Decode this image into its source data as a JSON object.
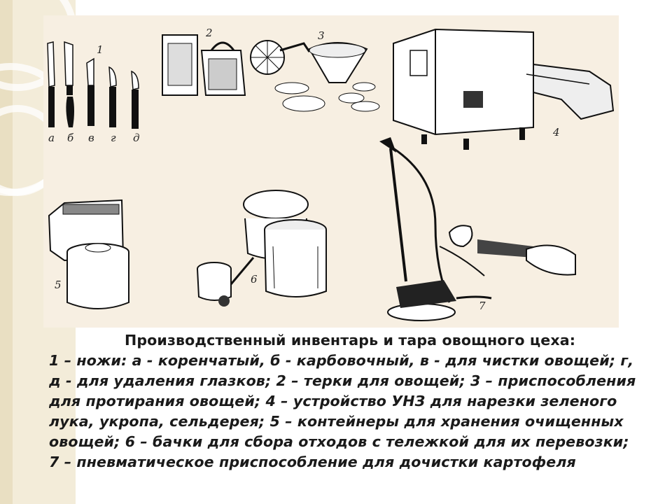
{
  "figure": {
    "numbers": [
      "1",
      "2",
      "3",
      "4",
      "5",
      "6",
      "7"
    ],
    "knife_letters": [
      "а",
      "б",
      "в",
      "г",
      "д"
    ]
  },
  "caption": {
    "title": "Производственный инвентарь и тара овощного цеха:",
    "body": "1 – ножи: а - коренчатый, б - карбовочный, в - для чистки овощей; г, д - для удаления глазков; 2 – терки для овощей; 3 – приспособления для протирания овощей; 4 – устройство УНЗ для нарезки зеленого лука, укропа, сельдерея; 5 – контейнеры для хранения очищенных овощей; 6 – бачки для сбора отходов с тележкой для их перевозки; 7 – пневматическое приспособление для дочистки картофеля"
  }
}
